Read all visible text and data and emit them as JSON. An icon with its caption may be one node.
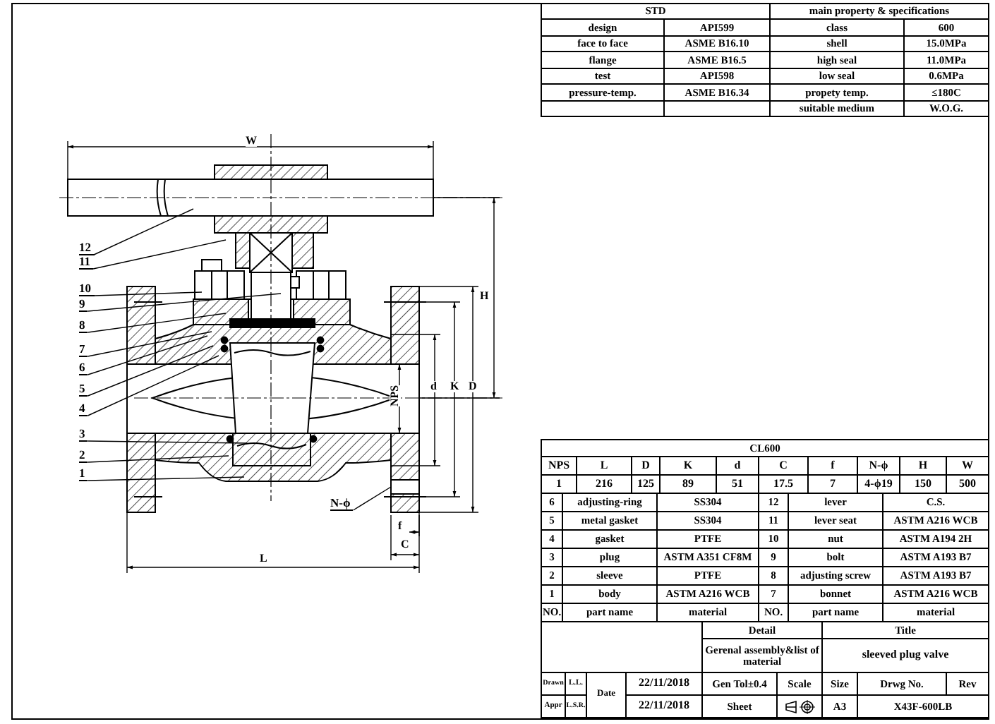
{
  "diagram": {
    "nodes": [
      {
        "text": [
          "12"
        ]
      },
      {
        "text": [
          "11"
        ]
      },
      {
        "text": [
          "10"
        ]
      },
      {
        "text": [
          "9"
        ]
      },
      {
        "text": [
          "8"
        ]
      },
      {
        "text": [
          "7"
        ]
      },
      {
        "text": [
          "6"
        ]
      },
      {
        "text": [
          "5"
        ]
      },
      {
        "text": [
          "4"
        ]
      },
      {
        "text": [
          "3"
        ]
      },
      {
        "text": [
          "2"
        ]
      },
      {
        "text": [
          "1"
        ]
      },
      {
        "text": [
          "N-ϕ"
        ]
      },
      {
        "text": [],
        "shape": "box"
      }
    ],
    "edges": [
      {
        "from": 0,
        "to": null,
        "arrow": "none"
      },
      {
        "from": 1,
        "to": null,
        "arrow": "none"
      },
      {
        "from": 2,
        "to": null,
        "arrow": "none"
      },
      {
        "from": 3,
        "to": null,
        "arrow": "none"
      },
      {
        "from": 4,
        "to": null,
        "arrow": "none"
      },
      {
        "from": 5,
        "to": null,
        "arrow": "none"
      },
      {
        "from": 6,
        "to": null,
        "arrow": "none"
      },
      {
        "from": 7,
        "to": null,
        "arrow": "none"
      },
      {
        "from": 8,
        "to": null,
        "arrow": "none"
      },
      {
        "from": 9,
        "to": null,
        "arrow": "none"
      },
      {
        "from": 10,
        "to": null,
        "arrow": "none"
      },
      {
        "from": 11,
        "to": null,
        "arrow": "none"
      },
      {
        "from": 12,
        "to": 13,
        "arrow": "none"
      }
    ],
    "labels": [
      "W",
      "H",
      "NPS",
      "d",
      "K",
      "D",
      "f",
      "L",
      "C",
      "STD",
      "main property & specifications",
      "design",
      "API599",
      "class",
      "600",
      "face to face",
      "ASME B16.10",
      "shell",
      "15.0MPa",
      "flange",
      "ASME B16.5",
      "high seal",
      "11.0MPa",
      "test",
      "API598",
      "low seal",
      "0.6MPa",
      "pressure-temp.",
      "ASME B16.34",
      "propety temp.",
      "≤180C",
      "suitable medium",
      "W.O.G.",
      "CL600",
      "NPS",
      "L",
      "D",
      "K",
      "d",
      "C",
      "f",
      "N-ϕ",
      "H",
      "W",
      "1",
      "216",
      "125",
      "89",
      "51",
      "17.5",
      "7",
      "4-ϕ19",
      "150",
      "500",
      "6",
      "adjusting-ring",
      "SS304",
      "12",
      "lever",
      "C.S.",
      "5",
      "metal gasket",
      "SS304",
      "11",
      "lever seat",
      "ASTM A216 WCB",
      "4",
      "gasket",
      "PTFE",
      "10",
      "nut",
      "ASTM A194 2H",
      "3",
      "plug",
      "ASTM A351 CF8M",
      "9",
      "bolt",
      "ASTM A193 B7",
      "2",
      "sleeve",
      "PTFE",
      "8",
      "adjusting screw",
      "ASTM A193 B7",
      "1",
      "body",
      "ASTM A216 WCB",
      "7",
      "bonnet",
      "ASTM A216 WCB",
      "NO.",
      "part name",
      "material",
      "NO.",
      "part name",
      "material",
      "Detail",
      "Title",
      "Gerenal assembly&list of material",
      "sleeved plug valve",
      "Drawn",
      "L.L.",
      "Date",
      "22/11/2018",
      "Gen Tol±0.4",
      "Scale",
      "Size",
      "Drwg No.",
      "Rev",
      "Appr",
      "L.S.R.",
      "22/11/2018",
      "Sheet",
      "A3",
      "X43F-600LB"
    ]
  }
}
